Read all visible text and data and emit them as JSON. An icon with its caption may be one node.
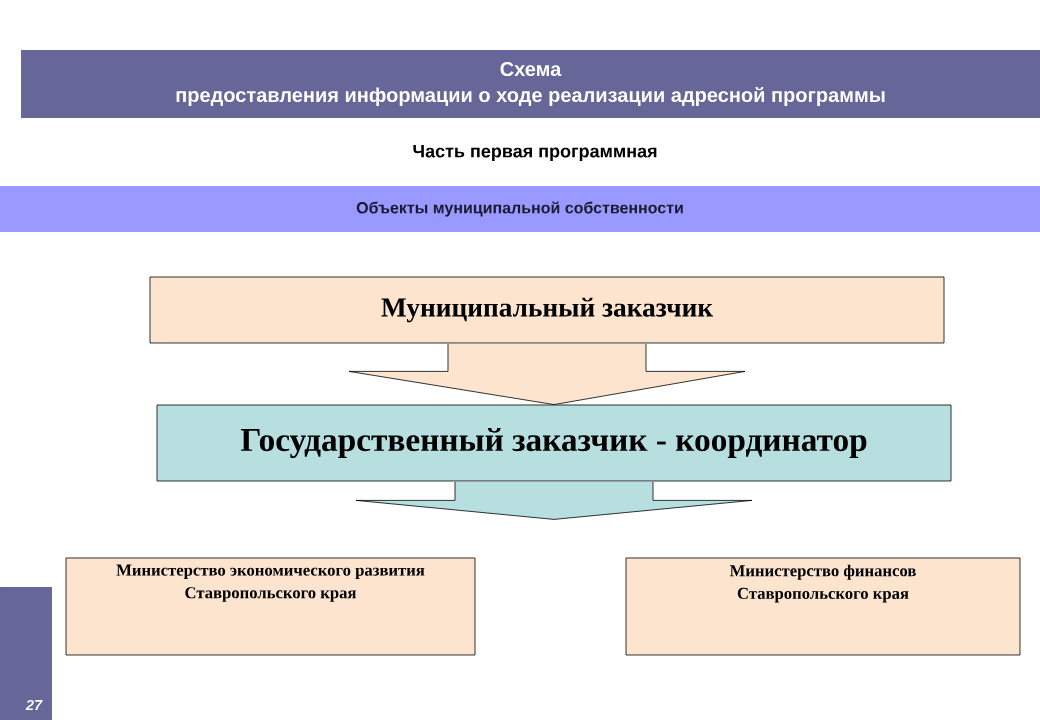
{
  "diagram": {
    "nodes": [
      {
        "text": [
          "Схема",
          "предоставления информации о ходе реализации адресной программы"
        ]
      },
      {
        "text": [
          "Объекты муниципальной собственности"
        ]
      },
      {
        "text": [
          "Муниципальный заказчик"
        ]
      },
      {
        "text": [
          "Государственный заказчик - координатор"
        ]
      },
      {
        "text": [
          "Министерство экономического развития Ставропольского края"
        ]
      },
      {
        "text": [
          "Министерство финансов Ставропольского края"
        ]
      }
    ],
    "edges": [
      {
        "from": 2,
        "to": 3,
        "arrow": "to"
      },
      {
        "from": 3,
        "to": null,
        "arrow": "to"
      }
    ],
    "labels": [
      "Часть первая программная",
      "27"
    ]
  }
}
